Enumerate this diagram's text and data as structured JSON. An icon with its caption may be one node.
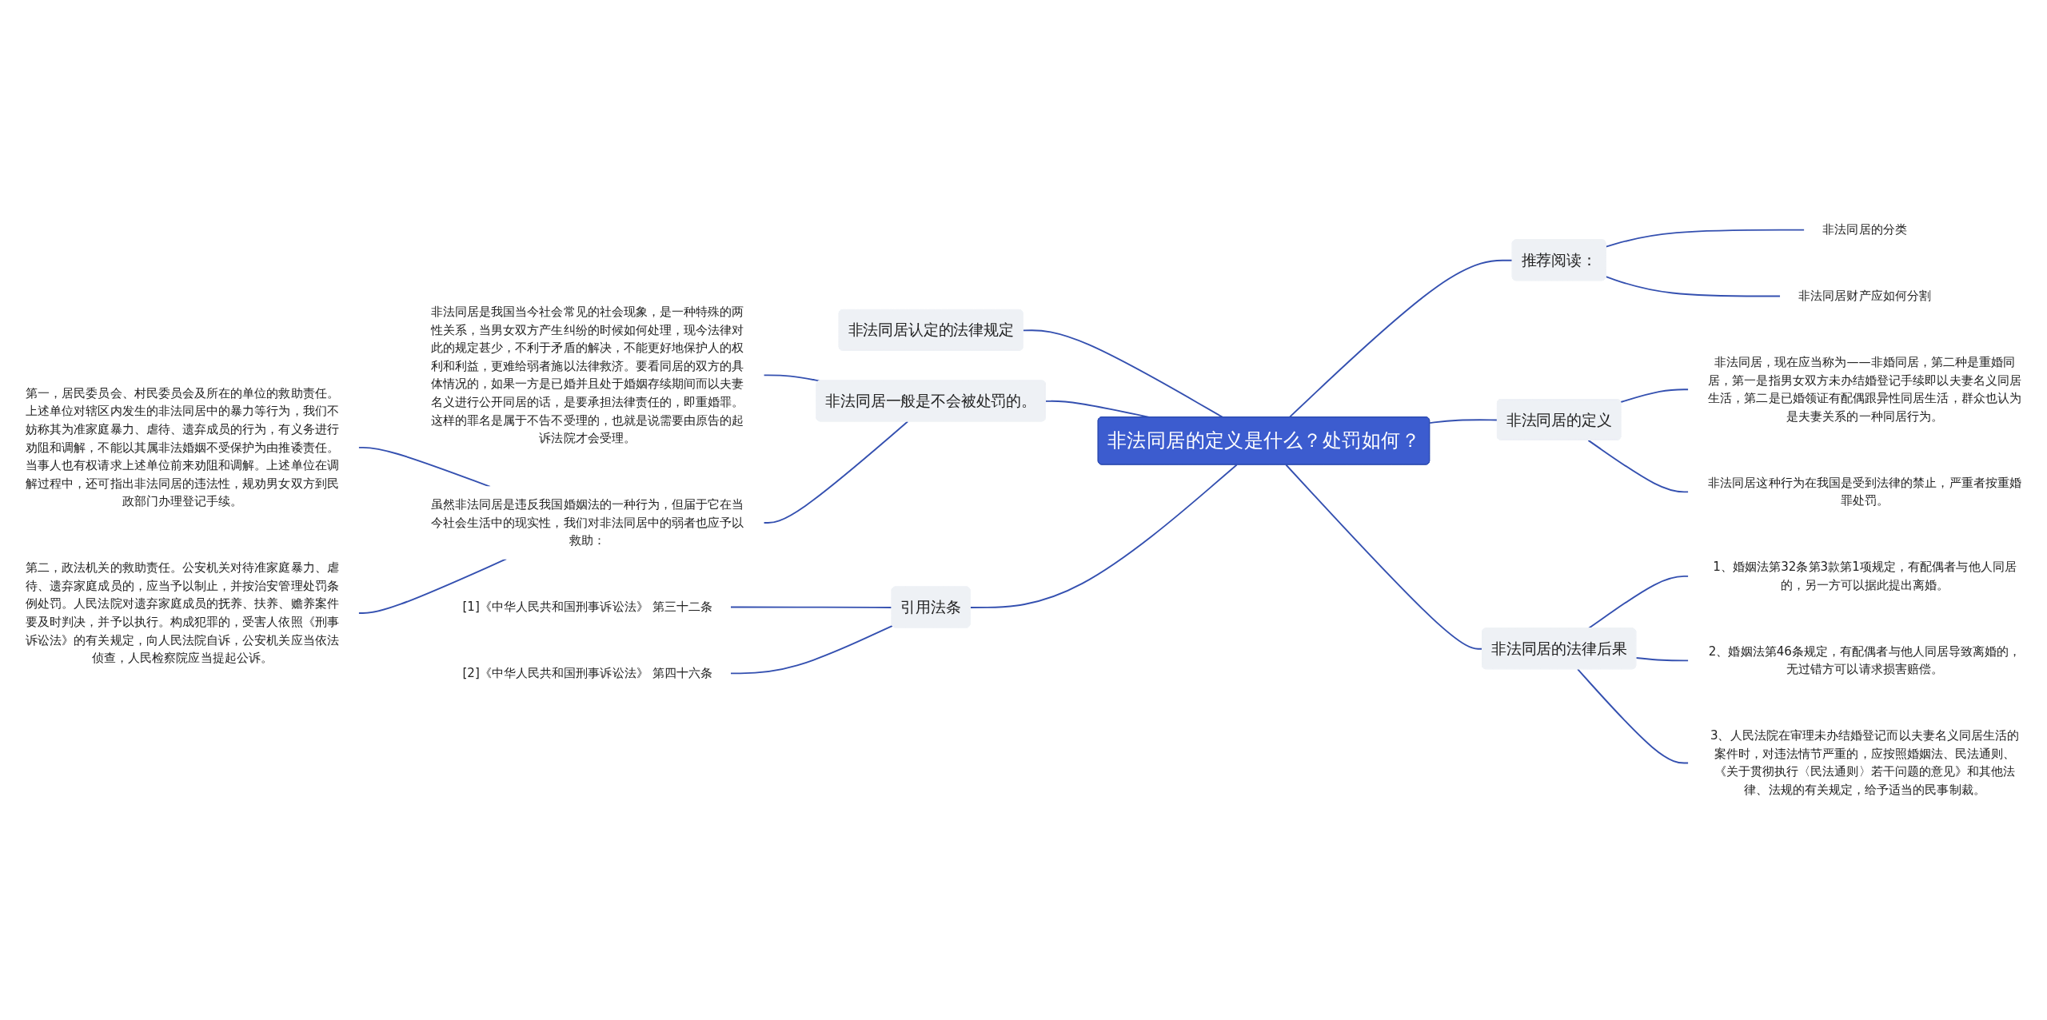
{
  "diagram": {
    "nodes": [
      {
        "text": [
          "非法同居的定义是什么？处罚如何？"
        ]
      },
      {
        "text": [
          "非法同居认定的法律规定"
        ]
      },
      {
        "text": [
          "非法同居一般是不会被处罚的。"
        ]
      },
      {
        "text": [
          "非法同居是我国当今社会常见的社会现象，是一种特殊的两性关系，当男女双方产生纠纷的时候如何处理，现今法律对此的规定甚少，不利于矛盾的解决，不能更好地保护人的权利和利益，更难给弱者施以法律救济。要看同居的双方的具体情况的，如果一方是已婚并且处于婚姻存续期间而以夫妻名义进行公开同居的话，是要承担法律责任的，即重婚罪。这样的罪名是属于不告不受理的，也就是说需要由原告的起诉法院才会受理。"
        ]
      },
      {
        "text": [
          "虽然非法同居是违反我国婚姻法的一种行为，但届于它在当今社会生活中的现实性，我们对非法同居中的弱者也应予以救助："
        ]
      },
      {
        "text": [
          "第一，居民委员会、村民委员会及所在的单位的救助责任。上述单位对辖区内发生的非法同居中的暴力等行为，我们不妨称其为准家庭暴力、虐待、遗弃成员的行为，有义务进行劝阻和调解，不能以其属非法婚姻不受保护为由推诿责任。当事人也有权请求上述单位前来劝阻和调解。上述单位在调解过程中，还可指出非法同居的违法性，规劝男女双方到民政部门办理登记手续。"
        ]
      },
      {
        "text": [
          "第二，政法机关的救助责任。公安机关对待准家庭暴力、虐待、遗弃家庭成员的，应当予以制止，并按治安管理处罚条例处罚。人民法院对遗弃家庭成员的抚养、扶养、赡养案件要及时判决，并予以执行。构成犯罪的，受害人依照《刑事诉讼法》的有关规定，向人民法院自诉，公安机关应当依法侦查，人民检察院应当提起公诉。"
        ]
      },
      {
        "text": [
          "引用法条"
        ]
      },
      {
        "text": [
          "[1]《中华人民共和国刑事诉讼法》 第三十二条"
        ]
      },
      {
        "text": [
          "[2]《中华人民共和国刑事诉讼法》 第四十六条"
        ]
      },
      {
        "text": [
          "推荐阅读："
        ]
      },
      {
        "text": [
          "非法同居的分类"
        ]
      },
      {
        "text": [
          "非法同居财产应如何分割"
        ]
      },
      {
        "text": [
          "非法同居的定义"
        ]
      },
      {
        "text": [
          "非法同居，现在应当称为——非婚同居，第二种是重婚同居，第一是指男女双方未办结婚登记手续即以夫妻名义同居生活，第二是已婚领证有配偶跟异性同居生活，群众也认为是夫妻关系的一种同居行为。"
        ]
      },
      {
        "text": [
          "非法同居这种行为在我国是受到法律的禁止，严重者按重婚罪处罚。"
        ]
      },
      {
        "text": [
          "非法同居的法律后果"
        ]
      },
      {
        "text": [
          "1、婚姻法第32条第3款第1项规定，有配偶者与他人同居的，另一方可以据此提出离婚。"
        ]
      },
      {
        "text": [
          "2、婚姻法第46条规定，有配偶者与他人同居导致离婚的，无过错方可以请求损害赔偿。"
        ]
      },
      {
        "text": [
          "3、人民法院在审理未办结婚登记而以夫妻名义同居生活的案件时，对违法情节严重的，应按照婚姻法、民法通则、《关于贯彻执行〈民法通则〉若干问题的意见》和其他法律、法规的有关规定，给予适当的民事制裁。"
        ]
      }
    ],
    "edges": [
      {
        "from": 1,
        "to": 0,
        "arrow": "none"
      },
      {
        "from": 3,
        "to": 2,
        "arrow": "none"
      },
      {
        "from": 5,
        "to": 4,
        "arrow": "none"
      },
      {
        "from": 6,
        "to": 4,
        "arrow": "none"
      },
      {
        "from": 4,
        "to": 2,
        "arrow": "none"
      },
      {
        "from": 2,
        "to": 0,
        "arrow": "none"
      },
      {
        "from": 8,
        "to": 7,
        "arrow": "none"
      },
      {
        "from": 9,
        "to": 7,
        "arrow": "none"
      },
      {
        "from": 7,
        "to": 0,
        "arrow": "none"
      },
      {
        "from": 0,
        "to": 10,
        "arrow": "none"
      },
      {
        "from": 10,
        "to": 11,
        "arrow": "none"
      },
      {
        "from": 10,
        "to": 12,
        "arrow": "none"
      },
      {
        "from": 0,
        "to": 13,
        "arrow": "none"
      },
      {
        "from": 13,
        "to": 14,
        "arrow": "none"
      },
      {
        "from": 13,
        "to": 15,
        "arrow": "none"
      },
      {
        "from": 0,
        "to": 16,
        "arrow": "none"
      },
      {
        "from": 16,
        "to": 17,
        "arrow": "none"
      },
      {
        "from": 16,
        "to": 18,
        "arrow": "none"
      },
      {
        "from": 16,
        "to": 19,
        "arrow": "none"
      }
    ]
  }
}
